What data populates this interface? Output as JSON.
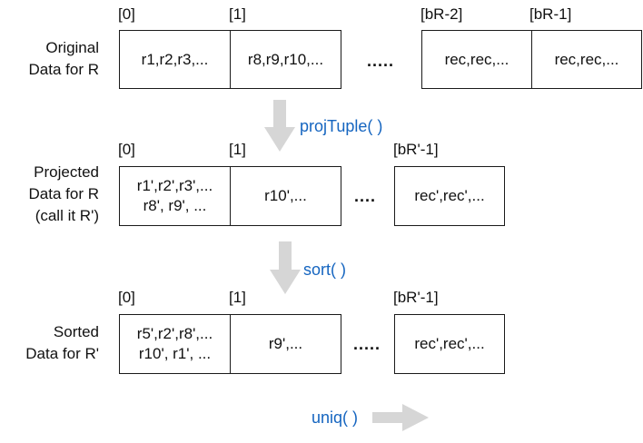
{
  "rows": {
    "original": {
      "label_lines": [
        "Original",
        "Data for R"
      ],
      "indices": [
        "[0]",
        "[1]",
        "[bR-2]",
        "[bR-1]"
      ],
      "cells": [
        "r1,r2,r3,...",
        "r8,r9,r10,...",
        "rec,rec,...",
        "rec,rec,..."
      ],
      "ellipsis": "....."
    },
    "projected": {
      "label_lines": [
        "Projected",
        "Data for R",
        "(call it R')"
      ],
      "indices": [
        "[0]",
        "[1]",
        "[bR'-1]"
      ],
      "cells": [
        [
          "r1',r2',r3',...",
          "r8', r9', ..."
        ],
        "r10',...",
        "rec',rec',..."
      ],
      "ellipsis": "...."
    },
    "sorted": {
      "label_lines": [
        "Sorted",
        "Data for R'"
      ],
      "indices": [
        "[0]",
        "[1]",
        "[bR'-1]"
      ],
      "cells": [
        [
          "r5',r2',r8',...",
          "r10', r1', ..."
        ],
        "r9',...",
        "rec',rec',..."
      ],
      "ellipsis": "....."
    }
  },
  "operations": {
    "project": "projTuple( )",
    "sort": "sort( )",
    "uniq": "uniq( )"
  },
  "colors": {
    "operation_text": "#1565c0",
    "arrow_fill": "#d6d6d6",
    "box_border": "#1a1a1a"
  }
}
